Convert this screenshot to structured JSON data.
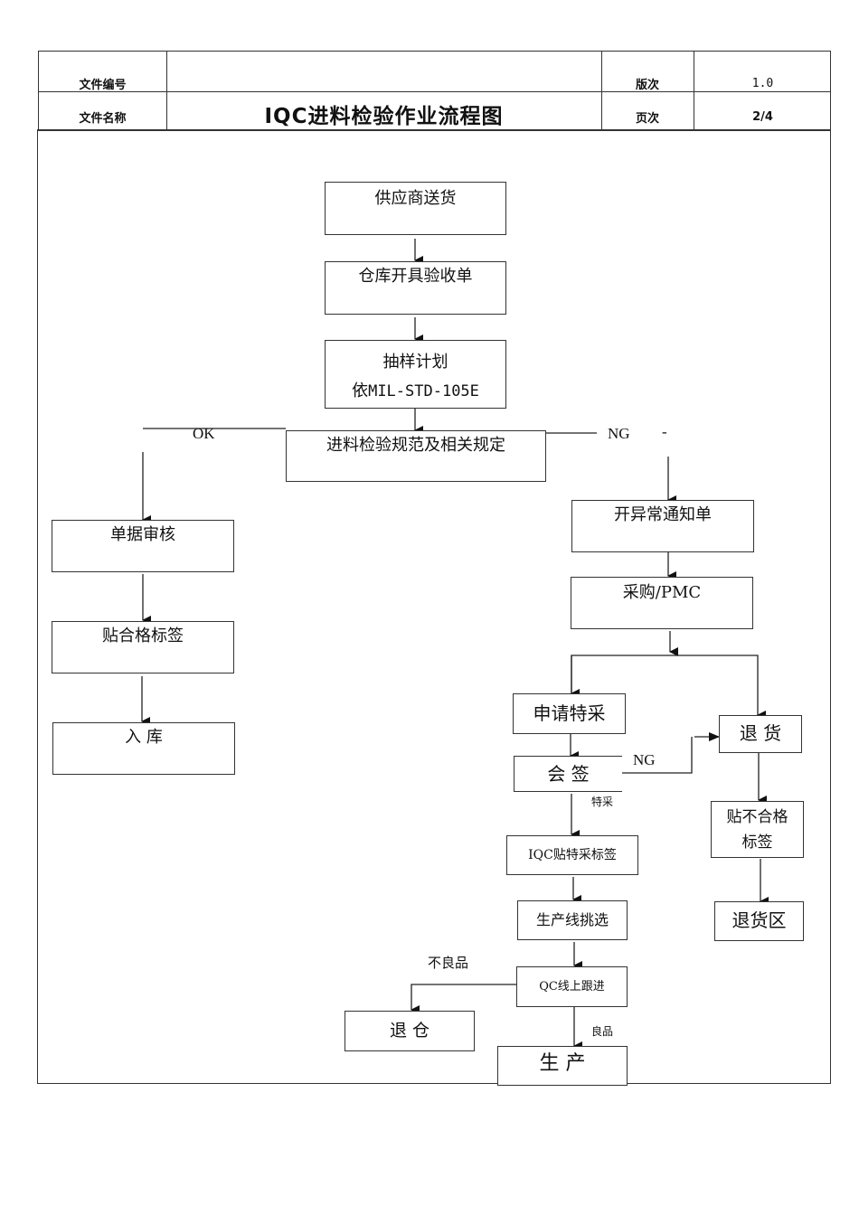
{
  "header": {
    "doc_number_label": "文件编号",
    "doc_number_value": "",
    "doc_name_label": "文件名称",
    "doc_title": "IQC进料检验作业流程图",
    "version_label": "版次",
    "version_value": "1.0",
    "page_label": "页次",
    "page_value": "2/4"
  },
  "flow": {
    "supplier_delivery": "供应商送货",
    "warehouse_receipt": "仓库开具验收单",
    "sampling_plan_line1": "抽样计划",
    "sampling_plan_line2_prefix": "依",
    "sampling_plan_line2_std": "MIL-STD-105E",
    "inspection_spec": "进料检验规范及相关规定",
    "ok_label": "OK",
    "ng_label": "NG",
    "ng_dash": "-",
    "doc_review": "单据审核",
    "pass_label": "贴合格标签",
    "warehousing": "入 库",
    "abnormal_notice": "开异常通知单",
    "purchasing_pmc": "采购/PMC",
    "special_request": "申请特采",
    "countersign": "会 签",
    "countersign_ng": "NG",
    "special_label": "特采",
    "iqc_special_tag": "IQC贴特采标签",
    "line_sorting": "生产线挑选",
    "qc_followup": "QC线上跟进",
    "defective_label": "不良品",
    "good_label": "良品",
    "return_warehouse": "退 仓",
    "production": "生 产",
    "return_goods": "退 货",
    "fail_tag_line1": "贴不合格",
    "fail_tag_line2": "标签",
    "return_area": "退货区"
  }
}
